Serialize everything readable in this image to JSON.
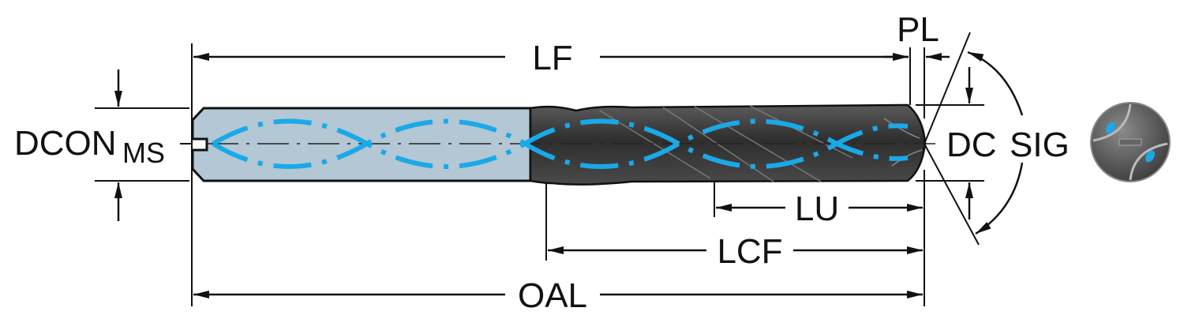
{
  "labels": {
    "lf": "LF",
    "pl": "PL",
    "dcon": "DCON",
    "dcon_sub": "MS",
    "dc": "DC",
    "sig": "SIG",
    "lu": "LU",
    "lcf": "LCF",
    "oal": "OAL"
  },
  "colors": {
    "shank": "#b3c7d4",
    "body": "#3a3a3a",
    "coolant": "#1aa9e8"
  }
}
